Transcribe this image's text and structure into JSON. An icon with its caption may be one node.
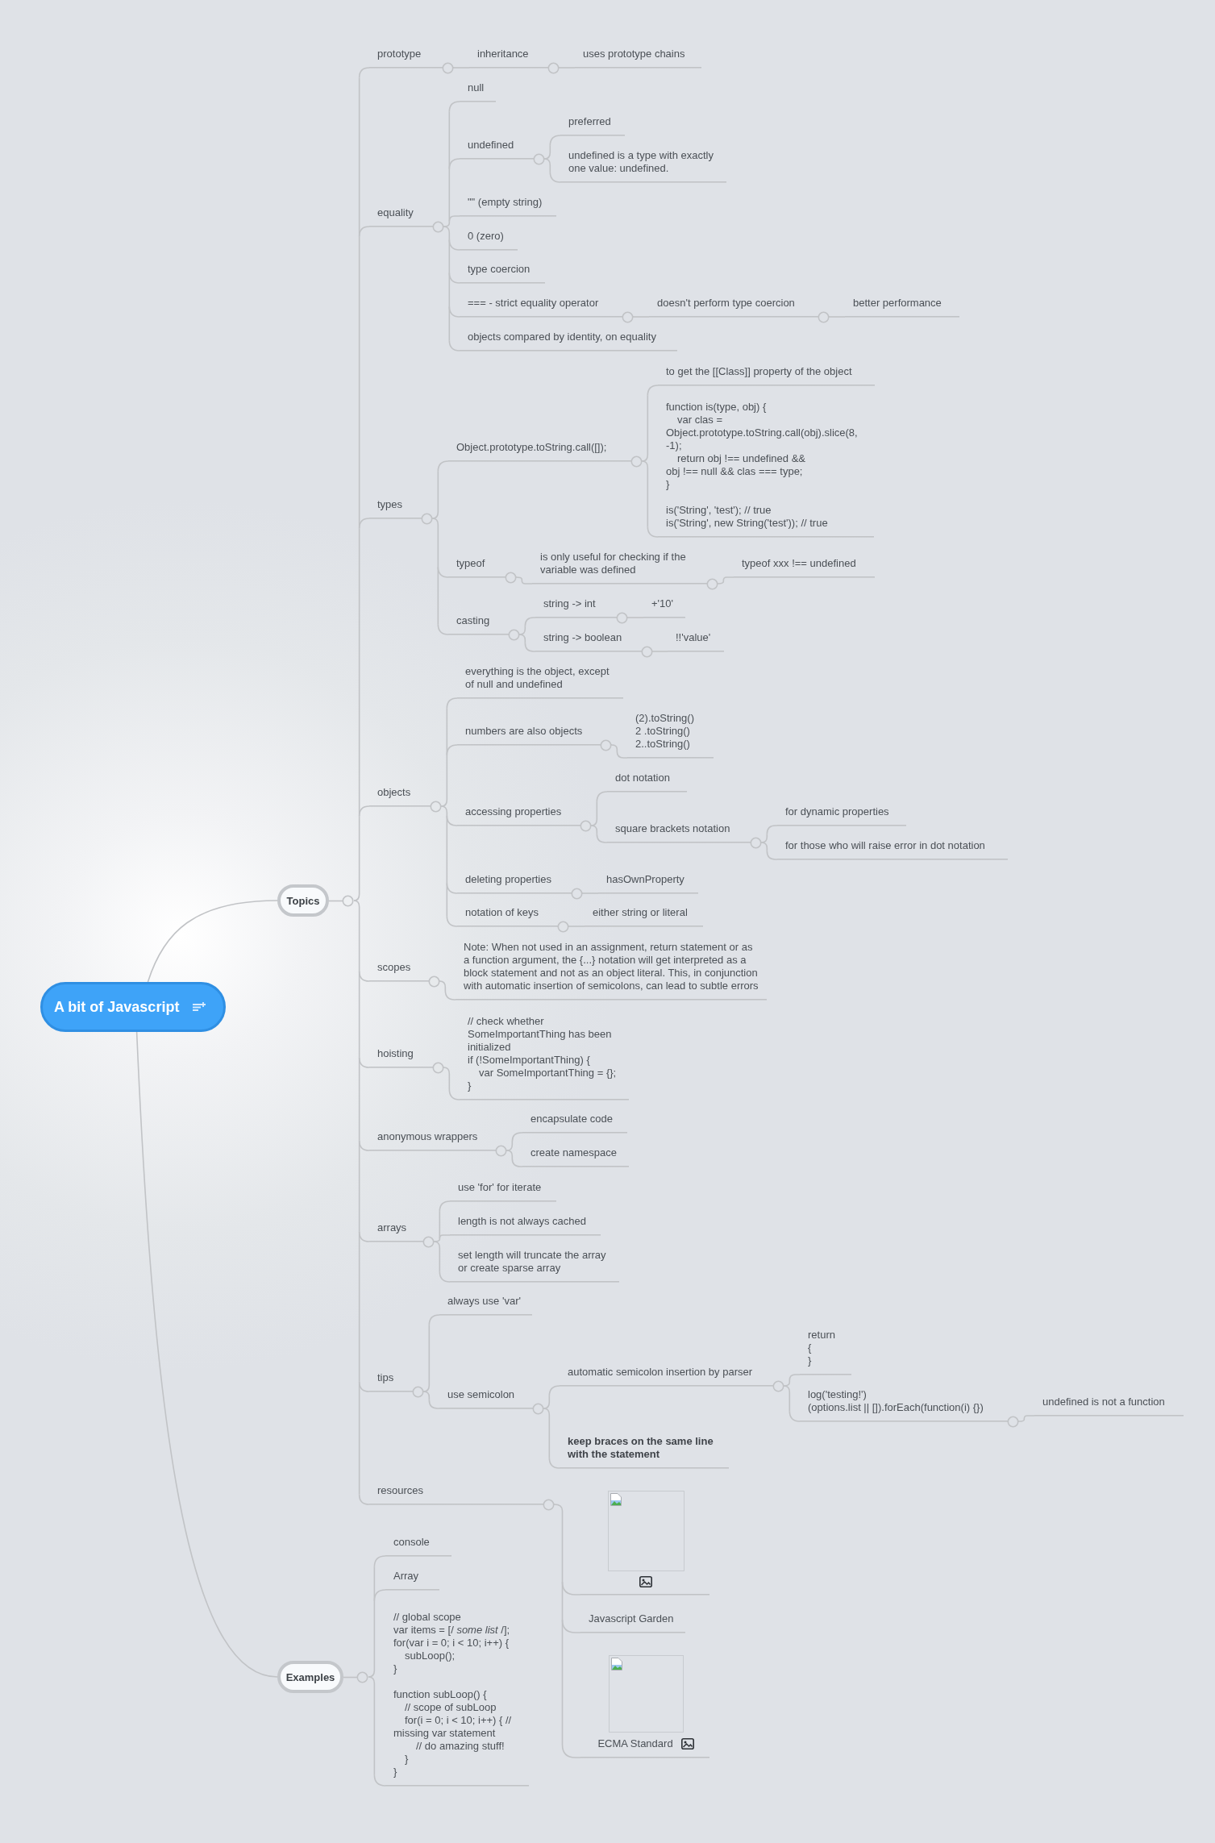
{
  "diagram": {
    "nodes": [
      {
        "text": [
          "A bit of Javascript"
        ]
      },
      {
        "text": [
          "Topics"
        ]
      },
      {
        "text": [
          "prototype"
        ]
      },
      {
        "text": [
          "inheritance"
        ]
      },
      {
        "text": [
          "uses prototype chains"
        ]
      },
      {
        "text": [
          "equality"
        ]
      },
      {
        "text": [
          "null"
        ]
      },
      {
        "text": [
          "undefined"
        ]
      },
      {
        "text": [
          "preferred"
        ]
      },
      {
        "text": [
          "undefined is a type with exactly one value: undefined."
        ]
      },
      {
        "text": [
          "\"\" (empty string)"
        ]
      },
      {
        "text": [
          "0 (zero)"
        ]
      },
      {
        "text": [
          "type coercion"
        ]
      },
      {
        "text": [
          "=== - strict equality operator"
        ]
      },
      {
        "text": [
          "doesn't perform type coercion"
        ]
      },
      {
        "text": [
          "better performance"
        ]
      },
      {
        "text": [
          "objects compared by identity, on equality"
        ]
      },
      {
        "text": [
          "types"
        ]
      },
      {
        "text": [
          "Object.prototype.toString.call([]);"
        ]
      },
      {
        "text": [
          "to get the [[Class]] property of the object"
        ]
      },
      {
        "text": [
          "function is(type, obj) {",
          "var clas = Object.prototype.toString.call(obj).slice(8, -1);",
          "return obj !== undefined &&",
          "obj !== null && clas === type;",
          "}",
          "is('String', 'test'); // true",
          "is('String', new String('test')); // true"
        ]
      },
      {
        "text": [
          "typeof"
        ]
      },
      {
        "text": [
          "is only useful for checking if the variable was defined"
        ]
      },
      {
        "text": [
          "typeof xxx !== undefined"
        ]
      },
      {
        "text": [
          "casting"
        ]
      },
      {
        "text": [
          "string -> int"
        ]
      },
      {
        "text": [
          "+'10'"
        ]
      },
      {
        "text": [
          "string -> boolean"
        ]
      },
      {
        "text": [
          "!!'value'"
        ]
      },
      {
        "text": [
          "objects"
        ]
      },
      {
        "text": [
          "everything is the object, except of null and undefined"
        ]
      },
      {
        "text": [
          "numbers are also objects"
        ]
      },
      {
        "text": [
          "(2).toString()",
          "2 .toString()",
          "2..toString()"
        ]
      },
      {
        "text": [
          "accessing properties"
        ]
      },
      {
        "text": [
          "dot notation"
        ]
      },
      {
        "text": [
          "square brackets notation"
        ]
      },
      {
        "text": [
          "for dynamic properties"
        ]
      },
      {
        "text": [
          "for those who will raise error in dot notation"
        ]
      },
      {
        "text": [
          "deleting properties"
        ]
      },
      {
        "text": [
          "hasOwnProperty"
        ]
      },
      {
        "text": [
          "notation of keys"
        ]
      },
      {
        "text": [
          "either string or literal"
        ]
      },
      {
        "text": [
          "scopes"
        ]
      },
      {
        "text": [
          "Note: When not used in an assignment, return statement or as a function argument, the {...} notation will get interpreted as a block statement and not as an object literal. This, in conjunction with automatic insertion of semicolons, can lead to subtle errors"
        ]
      },
      {
        "text": [
          "hoisting"
        ]
      },
      {
        "text": [
          "// check whether SomeImportantThing has been initialized",
          "if (!SomeImportantThing) {",
          "var SomeImportantThing = {};",
          "}"
        ]
      },
      {
        "text": [
          "anonymous wrappers"
        ]
      },
      {
        "text": [
          "encapsulate code"
        ]
      },
      {
        "text": [
          "create namespace"
        ]
      },
      {
        "text": [
          "arrays"
        ]
      },
      {
        "text": [
          "use 'for' for iterate"
        ]
      },
      {
        "text": [
          "length is not always cached"
        ]
      },
      {
        "text": [
          "set length will truncate the array or create sparse array"
        ]
      },
      {
        "text": [
          "tips"
        ]
      },
      {
        "text": [
          "always use 'var'"
        ]
      },
      {
        "text": [
          "use semicolon"
        ]
      },
      {
        "text": [
          "automatic semicolon insertion by parser"
        ]
      },
      {
        "text": [
          "return",
          "{",
          "}"
        ]
      },
      {
        "text": [
          "log('testing!')",
          "(options.list || []).forEach(function(i) {})"
        ]
      },
      {
        "text": [
          "undefined is not a function"
        ]
      },
      {
        "text": [
          "keep braces on the same line with the statement"
        ]
      },
      {
        "text": [
          "resources"
        ]
      },
      {
        "text": [],
        "shape": "picture"
      },
      {
        "text": [
          "Javascript Garden"
        ]
      },
      {
        "text": [
          "ECMA Standard"
        ]
      },
      {
        "text": [
          "Examples"
        ]
      },
      {
        "text": [
          "console"
        ]
      },
      {
        "text": [
          "Array"
        ]
      },
      {
        "text": [
          "// global scope",
          "var items = [/ *some list* /];",
          "for(var i = 0; i < 10; i++) {",
          "subLoop();",
          "}",
          "function subLoop() {",
          "// scope of subLoop",
          "for(i = 0; i < 10; i++) { // missing var statement",
          "// do amazing stuff!",
          "}",
          "}"
        ]
      }
    ],
    "edges": [
      {
        "from": 0,
        "to": 1,
        "arrow": "none"
      },
      {
        "from": 0,
        "to": 65,
        "arrow": "none"
      },
      {
        "from": 1,
        "to": 2,
        "arrow": "none"
      },
      {
        "from": 1,
        "to": 5,
        "arrow": "none"
      },
      {
        "from": 1,
        "to": 17,
        "arrow": "none"
      },
      {
        "from": 1,
        "to": 29,
        "arrow": "none"
      },
      {
        "from": 1,
        "to": 42,
        "arrow": "none"
      },
      {
        "from": 1,
        "to": 44,
        "arrow": "none"
      },
      {
        "from": 1,
        "to": 46,
        "arrow": "none"
      },
      {
        "from": 1,
        "to": 49,
        "arrow": "none"
      },
      {
        "from": 1,
        "to": 53,
        "arrow": "none"
      },
      {
        "from": 1,
        "to": 61,
        "arrow": "none"
      },
      {
        "from": 2,
        "to": 3,
        "arrow": "none"
      },
      {
        "from": 3,
        "to": 4,
        "arrow": "none"
      },
      {
        "from": 5,
        "to": 6,
        "arrow": "none"
      },
      {
        "from": 5,
        "to": 7,
        "arrow": "none"
      },
      {
        "from": 5,
        "to": 10,
        "arrow": "none"
      },
      {
        "from": 5,
        "to": 11,
        "arrow": "none"
      },
      {
        "from": 5,
        "to": 12,
        "arrow": "none"
      },
      {
        "from": 5,
        "to": 13,
        "arrow": "none"
      },
      {
        "from": 5,
        "to": 16,
        "arrow": "none"
      },
      {
        "from": 7,
        "to": 8,
        "arrow": "none"
      },
      {
        "from": 7,
        "to": 9,
        "arrow": "none"
      },
      {
        "from": 13,
        "to": 14,
        "arrow": "none"
      },
      {
        "from": 14,
        "to": 15,
        "arrow": "none"
      },
      {
        "from": 17,
        "to": 18,
        "arrow": "none"
      },
      {
        "from": 17,
        "to": 21,
        "arrow": "none"
      },
      {
        "from": 17,
        "to": 24,
        "arrow": "none"
      },
      {
        "from": 18,
        "to": 19,
        "arrow": "none"
      },
      {
        "from": 18,
        "to": 20,
        "arrow": "none"
      },
      {
        "from": 21,
        "to": 22,
        "arrow": "none"
      },
      {
        "from": 22,
        "to": 23,
        "arrow": "none"
      },
      {
        "from": 24,
        "to": 25,
        "arrow": "none"
      },
      {
        "from": 24,
        "to": 27,
        "arrow": "none"
      },
      {
        "from": 25,
        "to": 26,
        "arrow": "none"
      },
      {
        "from": 27,
        "to": 28,
        "arrow": "none"
      },
      {
        "from": 29,
        "to": 30,
        "arrow": "none"
      },
      {
        "from": 29,
        "to": 31,
        "arrow": "none"
      },
      {
        "from": 29,
        "to": 33,
        "arrow": "none"
      },
      {
        "from": 29,
        "to": 38,
        "arrow": "none"
      },
      {
        "from": 29,
        "to": 40,
        "arrow": "none"
      },
      {
        "from": 31,
        "to": 32,
        "arrow": "none"
      },
      {
        "from": 33,
        "to": 34,
        "arrow": "none"
      },
      {
        "from": 33,
        "to": 35,
        "arrow": "none"
      },
      {
        "from": 35,
        "to": 36,
        "arrow": "none"
      },
      {
        "from": 35,
        "to": 37,
        "arrow": "none"
      },
      {
        "from": 38,
        "to": 39,
        "arrow": "none"
      },
      {
        "from": 40,
        "to": 41,
        "arrow": "none"
      },
      {
        "from": 42,
        "to": 43,
        "arrow": "none"
      },
      {
        "from": 44,
        "to": 45,
        "arrow": "none"
      },
      {
        "from": 46,
        "to": 47,
        "arrow": "none"
      },
      {
        "from": 46,
        "to": 48,
        "arrow": "none"
      },
      {
        "from": 49,
        "to": 50,
        "arrow": "none"
      },
      {
        "from": 49,
        "to": 51,
        "arrow": "none"
      },
      {
        "from": 49,
        "to": 52,
        "arrow": "none"
      },
      {
        "from": 53,
        "to": 54,
        "arrow": "none"
      },
      {
        "from": 53,
        "to": 55,
        "arrow": "none"
      },
      {
        "from": 55,
        "to": 56,
        "arrow": "none"
      },
      {
        "from": 55,
        "to": 60,
        "arrow": "none"
      },
      {
        "from": 56,
        "to": 57,
        "arrow": "none"
      },
      {
        "from": 56,
        "to": 58,
        "arrow": "none"
      },
      {
        "from": 58,
        "to": 59,
        "arrow": "none"
      },
      {
        "from": 61,
        "to": 62,
        "arrow": "none"
      },
      {
        "from": 61,
        "to": 63,
        "arrow": "none"
      },
      {
        "from": 61,
        "to": 64,
        "arrow": "none"
      },
      {
        "from": 65,
        "to": 66,
        "arrow": "none"
      },
      {
        "from": 65,
        "to": 67,
        "arrow": "none"
      },
      {
        "from": 65,
        "to": 68,
        "arrow": "none"
      }
    ]
  }
}
